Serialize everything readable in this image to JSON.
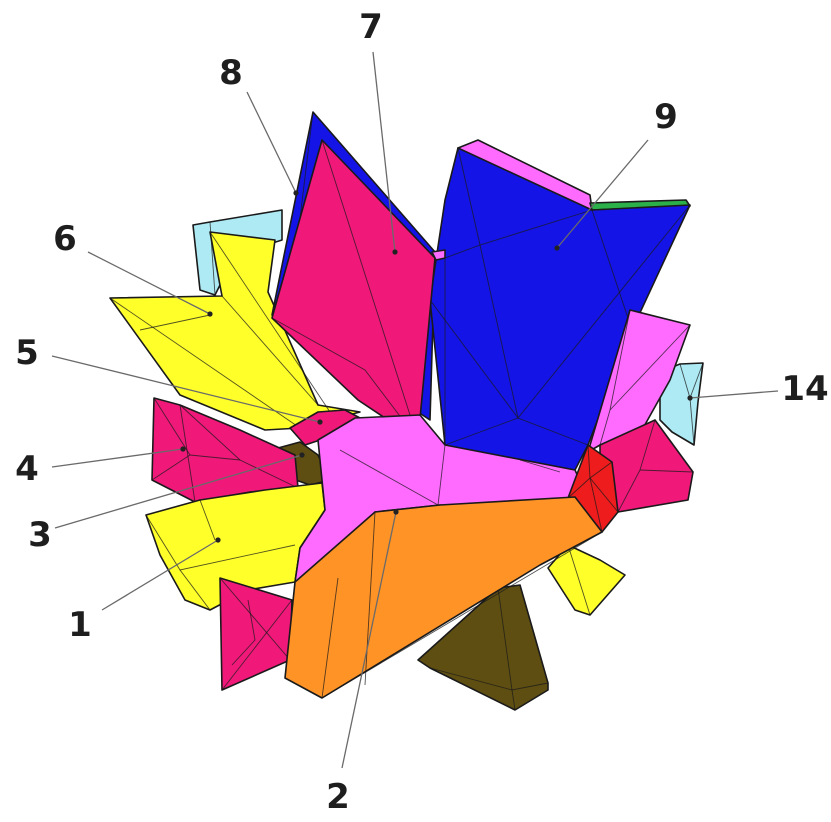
{
  "diagram": {
    "labels": [
      "1",
      "2",
      "3",
      "4",
      "5",
      "6",
      "7",
      "8",
      "9",
      "14"
    ]
  },
  "colors": {
    "blue": "#1414e6",
    "deep_pink": "#f0197a",
    "magenta": "#ff6bff",
    "yellow": "#ffff2a",
    "light_blue": "#aeeaf4",
    "orange": "#ff9326",
    "olive": "#5e4e12",
    "red": "#ee1c1c",
    "green": "#2bb04a"
  }
}
